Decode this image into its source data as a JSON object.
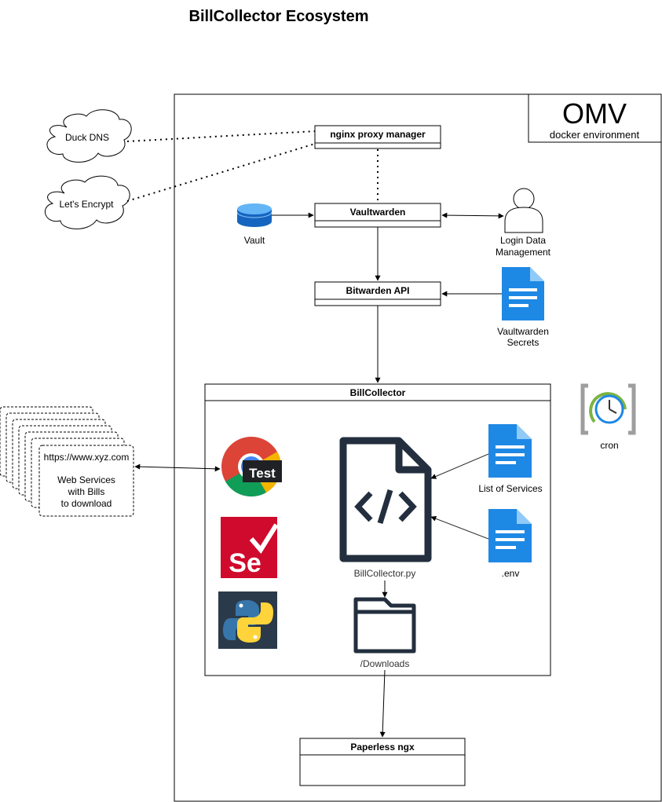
{
  "title": "BillCollector Ecosystem",
  "omv": {
    "title": "OMV",
    "subtitle": "docker environment"
  },
  "clouds": {
    "duck_dns": "Duck DNS",
    "lets_encrypt": "Let's Encrypt"
  },
  "boxes": {
    "nginx": "nginx proxy manager",
    "vaultwarden": "Vaultwarden",
    "bitwarden_api": "Bitwarden API",
    "billcollector": "BillCollector",
    "paperless": "Paperless ngx"
  },
  "labels": {
    "vault": "Vault",
    "login_data_1": "Login Data",
    "login_data_2": "Management",
    "secrets_1": "Vaultwarden",
    "secrets_2": "Secrets",
    "cron": "cron",
    "list_of_services": "List of Services",
    "env": ".env",
    "script": "BillCollector.py",
    "downloads": "/Downloads"
  },
  "web_services": {
    "url": "https://www.xyz.com",
    "line1": "Web Services",
    "line2": "with Bills",
    "line3": "to download"
  },
  "icons": {
    "test": "Test",
    "selenium": "Se"
  },
  "colors": {
    "doc_blue": "#1E88E5",
    "selenium_red": "#CF0A2C",
    "python_bg": "#2B3A4A",
    "code_dark": "#232F3E"
  }
}
